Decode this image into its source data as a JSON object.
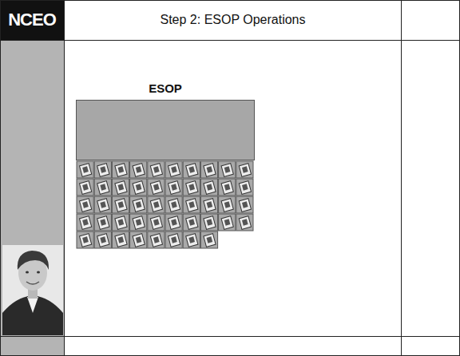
{
  "diagram": {
    "title": "Step 2: ESOP Operations",
    "nodes": [
      {
        "text": [
          "ESOP"
        ]
      }
    ],
    "labels": [
      "NCEO"
    ]
  }
}
